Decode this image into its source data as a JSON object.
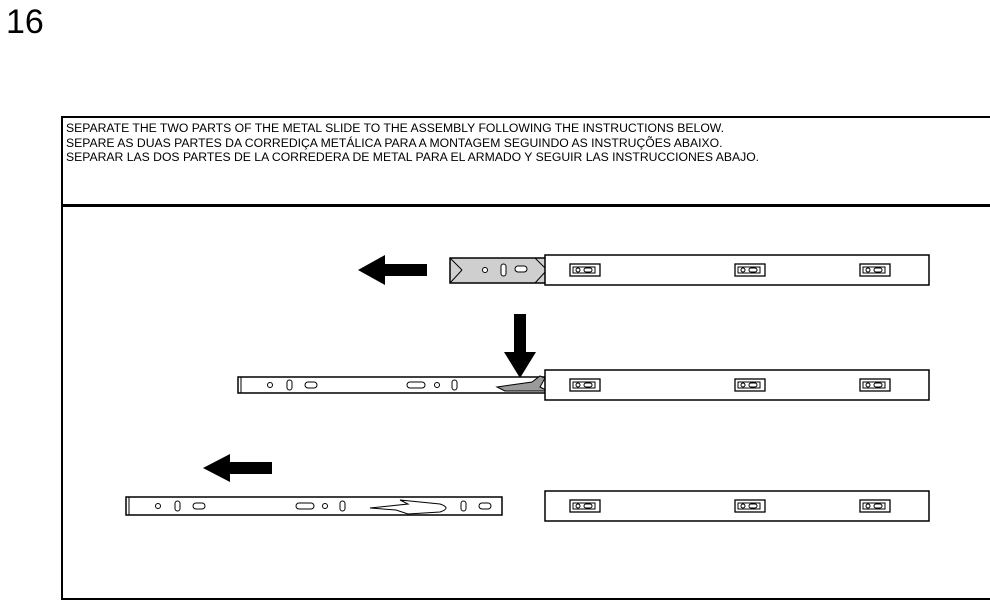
{
  "page_number": "16",
  "instructions": {
    "en": "SEPARATE THE TWO PARTS OF THE METAL SLIDE TO THE ASSEMBLY FOLLOWING THE INSTRUCTIONS BELOW.",
    "pt": "SEPARE AS DUAS PARTES DA CORREDIÇA METÁLICA PARA A MONTAGEM SEGUINDO AS INSTRUÇÕES ABAIXO.",
    "es": "SEPARAR LAS DOS PARTES DE LA CORREDERA DE METAL PARA EL ARMADO Y SEGUIR LAS INSTRUCCIONES ABAJO."
  },
  "steps": [
    {
      "icon": "slide-closed-extended-pull-left"
    },
    {
      "icon": "slide-release-lever-press-down"
    },
    {
      "icon": "slide-separated-inner-member-pull-left"
    }
  ]
}
